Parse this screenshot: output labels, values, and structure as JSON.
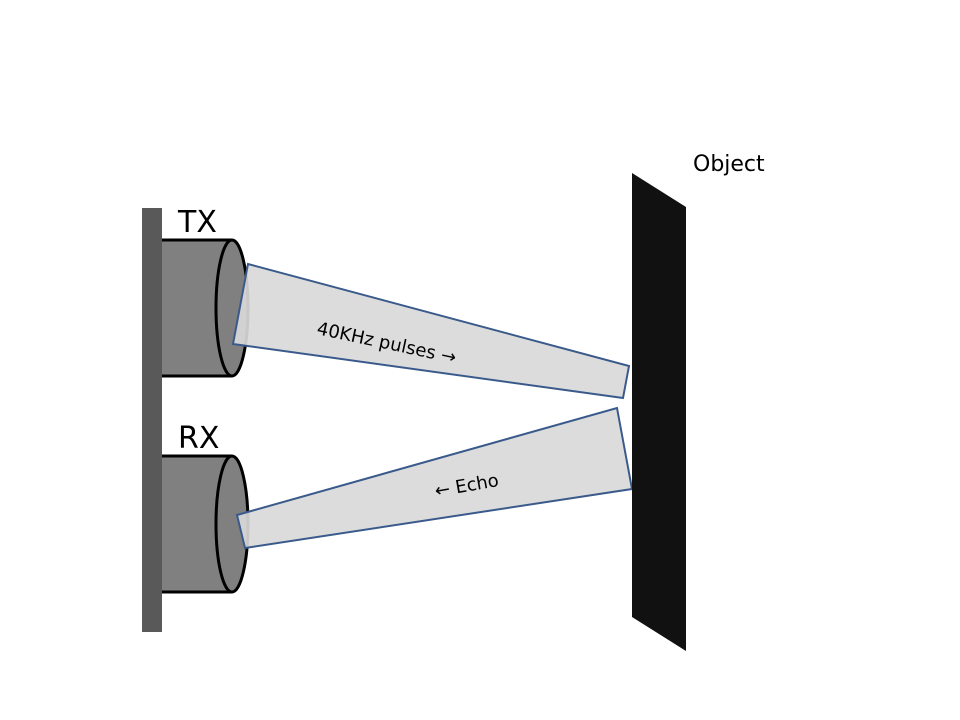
{
  "labels": {
    "tx": "TX",
    "rx": "RX",
    "object": "Object",
    "tx_beam": "40KHz pulses →",
    "rx_beam": "← Echo"
  },
  "colors": {
    "mount_plate": "#595959",
    "transducer_body": "#808080",
    "beam_fill": "#d9d9d9",
    "beam_stroke": "#3a5a8c",
    "object": "#111111"
  }
}
